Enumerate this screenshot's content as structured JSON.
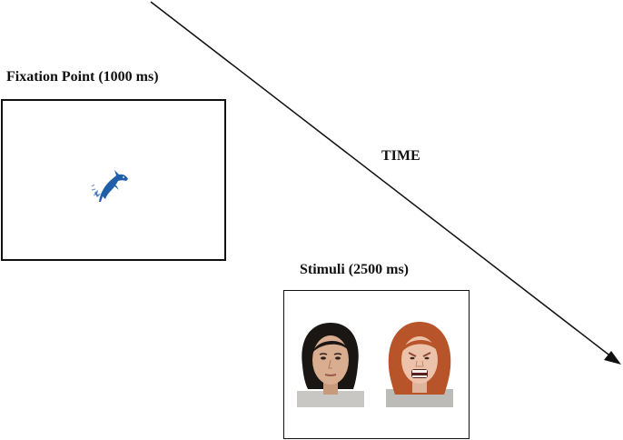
{
  "fixation": {
    "label": "Fixation Point (1000 ms)",
    "icon": "dolphin-icon",
    "icon_color": "#1f5fa8"
  },
  "stimuli": {
    "label": "Stimuli (2500 ms)",
    "faces": [
      "neutral-face",
      "angry-face"
    ]
  },
  "timeline": {
    "label": "TIME"
  },
  "colors": {
    "frame": "#111111",
    "arrow": "#111111",
    "dolphin": "#1f5fa8"
  }
}
